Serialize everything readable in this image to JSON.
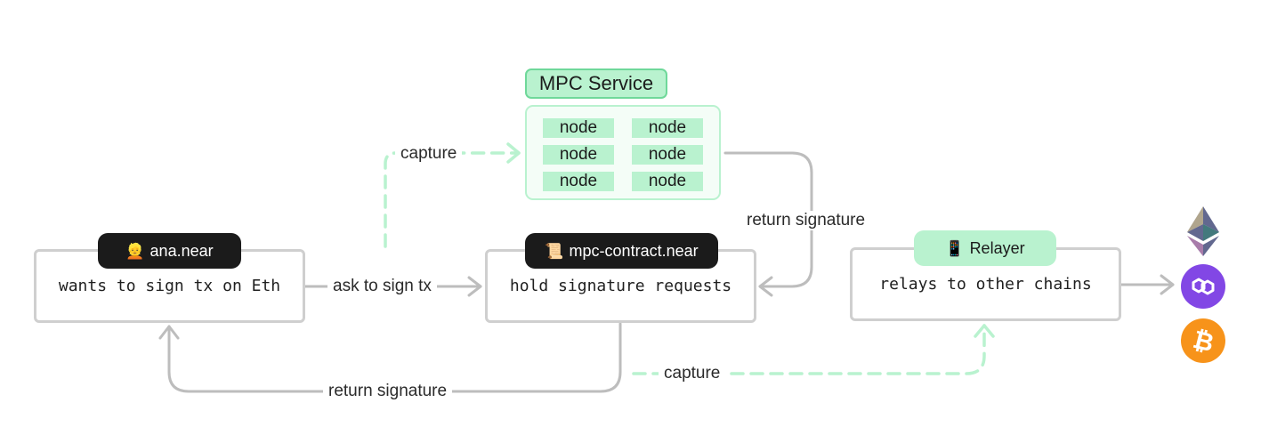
{
  "nodes": {
    "user": {
      "tag_icon": "👱",
      "tag_label": "ana.near",
      "text": "wants to sign tx on Eth"
    },
    "contract": {
      "tag_icon": "📜",
      "tag_label": "mpc-contract.near",
      "text": "hold signature requests"
    },
    "relayer": {
      "tag_icon": "📱",
      "tag_label": "Relayer",
      "text": "relays to other chains"
    }
  },
  "mpc": {
    "title": "MPC Service",
    "nodes": [
      "node",
      "node",
      "node",
      "node",
      "node",
      "node"
    ]
  },
  "edges": {
    "ask": "ask to sign tx",
    "capture_top": "capture",
    "return_mpc": "return signature",
    "return_user": "return signature",
    "capture_bottom": "capture"
  },
  "chains": [
    {
      "name": "ethereum",
      "icon": "ethereum-icon",
      "color": "#627eea"
    },
    {
      "name": "polygon",
      "icon": "polygon-icon",
      "color": "#8247e5"
    },
    {
      "name": "bitcoin",
      "icon": "bitcoin-icon",
      "color": "#f7931a"
    }
  ],
  "colors": {
    "arrow_gray": "#bdbdbd",
    "arrow_green": "#b9f2cf",
    "tag_dark": "#1b1b1b",
    "tag_green": "#b9f2cf"
  }
}
